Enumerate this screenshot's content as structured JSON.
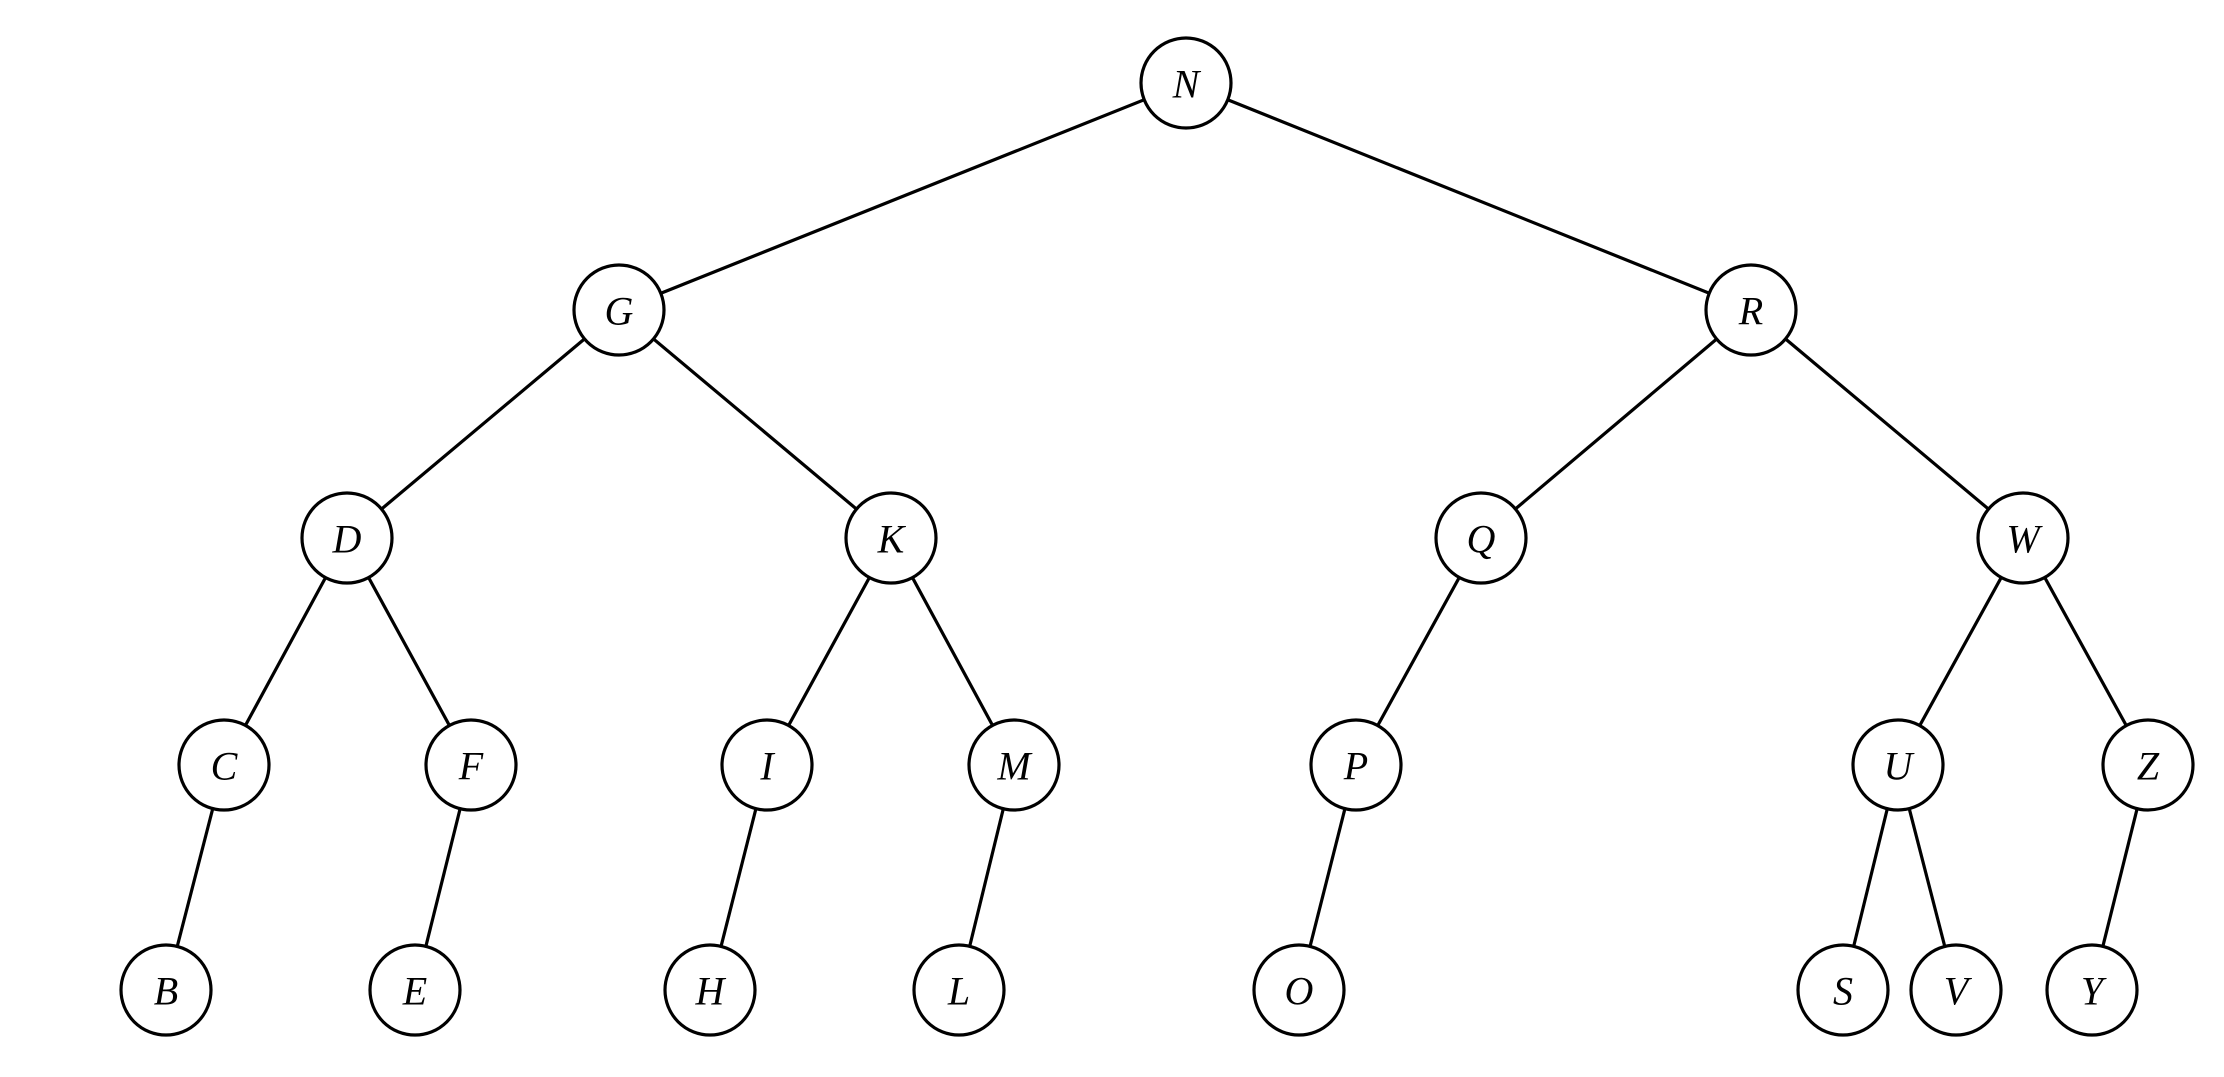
{
  "tree": {
    "nodes": [
      {
        "id": "N",
        "label": "N"
      },
      {
        "id": "G",
        "label": "G"
      },
      {
        "id": "R",
        "label": "R"
      },
      {
        "id": "D",
        "label": "D"
      },
      {
        "id": "K",
        "label": "K"
      },
      {
        "id": "Q",
        "label": "Q"
      },
      {
        "id": "W",
        "label": "W"
      },
      {
        "id": "C",
        "label": "C"
      },
      {
        "id": "F",
        "label": "F"
      },
      {
        "id": "I",
        "label": "I"
      },
      {
        "id": "M",
        "label": "M"
      },
      {
        "id": "P",
        "label": "P"
      },
      {
        "id": "U",
        "label": "U"
      },
      {
        "id": "Z",
        "label": "Z"
      },
      {
        "id": "B",
        "label": "B"
      },
      {
        "id": "E",
        "label": "E"
      },
      {
        "id": "H",
        "label": "H"
      },
      {
        "id": "L",
        "label": "L"
      },
      {
        "id": "O",
        "label": "O"
      },
      {
        "id": "S",
        "label": "S"
      },
      {
        "id": "V",
        "label": "V"
      },
      {
        "id": "Y",
        "label": "Y"
      }
    ],
    "edges": [
      [
        "N",
        "G"
      ],
      [
        "N",
        "R"
      ],
      [
        "G",
        "D"
      ],
      [
        "G",
        "K"
      ],
      [
        "R",
        "Q"
      ],
      [
        "R",
        "W"
      ],
      [
        "D",
        "C"
      ],
      [
        "D",
        "F"
      ],
      [
        "K",
        "I"
      ],
      [
        "K",
        "M"
      ],
      [
        "Q",
        "P"
      ],
      [
        "W",
        "U"
      ],
      [
        "W",
        "Z"
      ],
      [
        "C",
        "B"
      ],
      [
        "F",
        "E"
      ],
      [
        "I",
        "H"
      ],
      [
        "M",
        "L"
      ],
      [
        "P",
        "O"
      ],
      [
        "U",
        "S"
      ],
      [
        "U",
        "V"
      ],
      [
        "Z",
        "Y"
      ]
    ]
  }
}
